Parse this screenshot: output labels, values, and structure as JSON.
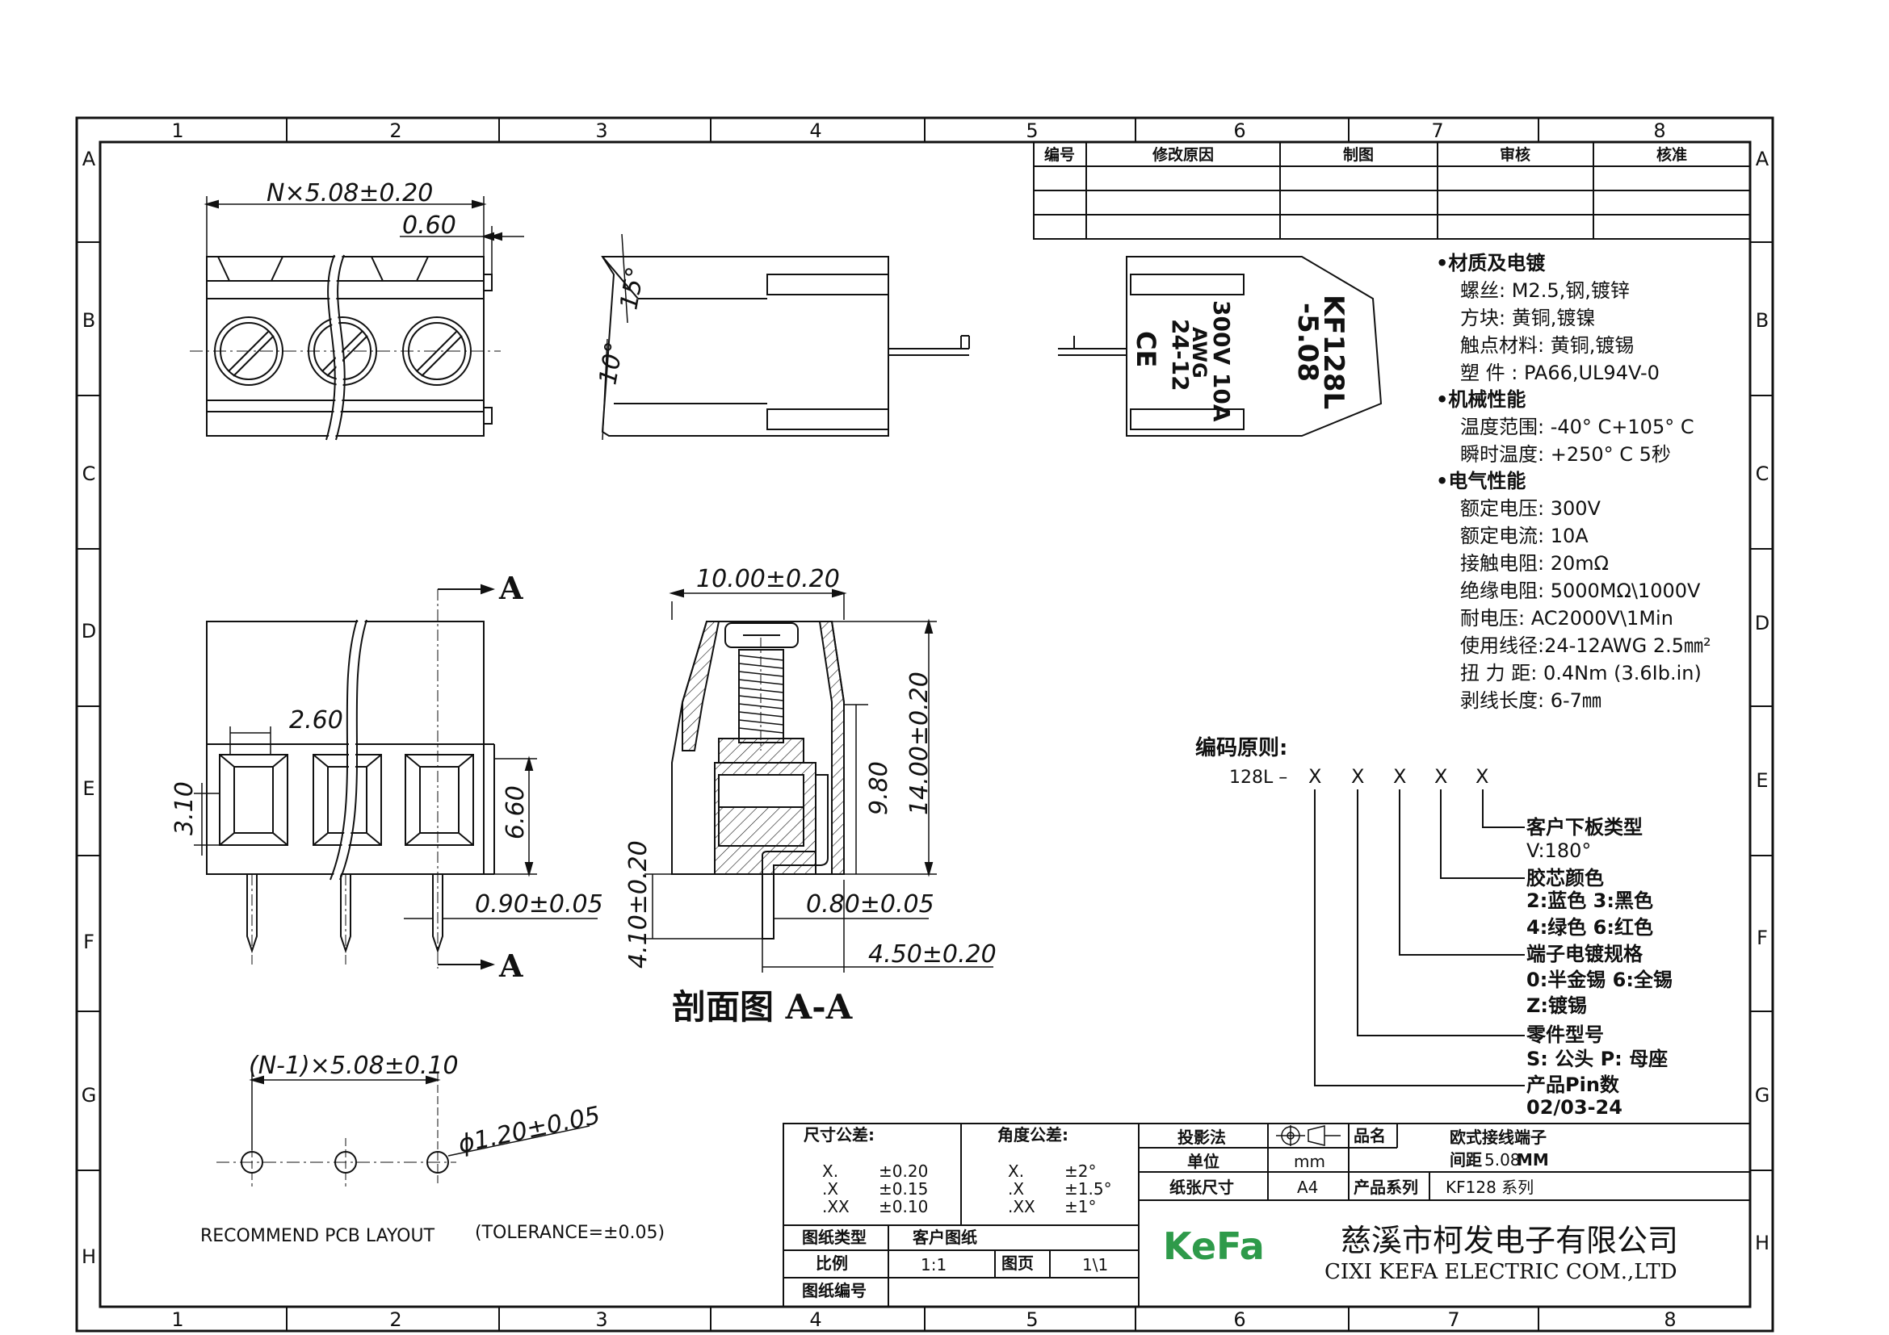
{
  "border": {
    "cols": [
      "1",
      "2",
      "3",
      "4",
      "5",
      "6",
      "7",
      "8"
    ],
    "rows": [
      "A",
      "B",
      "C",
      "D",
      "E",
      "F",
      "G",
      "H"
    ]
  },
  "revision_table": {
    "headers": [
      "编号",
      "修改原因",
      "制图",
      "审核",
      "核准"
    ]
  },
  "dimensions": {
    "top_pitch": "N×5.08±0.20",
    "top_060": "0.60",
    "angle_15": "15°",
    "angle_10": "10°",
    "d_260": "2.60",
    "d_310": "3.10",
    "d_660": "6.60",
    "d_090": "0.90±0.05",
    "section_width": "10.00±0.20",
    "d_1400": "14.00±0.20",
    "d_980": "9.80",
    "d_410": "4.10±0.20",
    "d_080": "0.80±0.05",
    "d_450": "4.50±0.20",
    "pcb_pitch": "(N-1)×5.08±0.10",
    "pcb_hole": "ϕ1.20±0.05",
    "section_marker": "A"
  },
  "marking": {
    "model": "KF128L",
    "pitch": "-5.08",
    "rating": "300V 10A",
    "awg": "AWG",
    "awg_range": "24-12",
    "ce": "CE"
  },
  "section_title": "剖面图 A-A",
  "pcb_layout": {
    "label": "RECOMMEND PCB LAYOUT",
    "tolerance": "(TOLERANCE=±0.05)"
  },
  "specs": {
    "material_heading": "•材质及电镀",
    "material": [
      "螺丝: M2.5,钢,镀锌",
      "方块: 黄铜,镀镍",
      "触点材料: 黄铜,镀锡",
      "塑 件 : PA66,UL94V-0"
    ],
    "mechanical_heading": "•机械性能",
    "mechanical": [
      "温度范围: -40° C+105° C",
      "瞬时温度: +250° C 5秒"
    ],
    "electrical_heading": "•电气性能",
    "electrical": [
      "额定电压: 300V",
      "额定电流: 10A",
      "接触电阻: 20mΩ",
      "绝缘电阻: 5000MΩ\\1000V",
      "耐电压: AC2000V\\1Min",
      "使用线径:24-12AWG 2.5㎜²",
      "扭 力 距: 0.4Nm (3.6Ib.in)",
      "剥线长度: 6-7㎜"
    ]
  },
  "coding": {
    "title": "编码原则:",
    "prefix": "128L –",
    "slot": "X",
    "labels": [
      {
        "title": "客户下板类型",
        "lines": [
          "V:180°"
        ]
      },
      {
        "title": "胶芯颜色",
        "lines": [
          "2:蓝色 3:黑色",
          "4:绿色 6:红色"
        ]
      },
      {
        "title": "端子电镀规格",
        "lines": [
          "0:半金锡  6:全锡",
          "Z:镀锡"
        ]
      },
      {
        "title": "零件型号",
        "lines": [
          " S: 公头  P: 母座"
        ]
      },
      {
        "title": "产品Pin数",
        "lines": [
          " 02/03-24"
        ]
      }
    ]
  },
  "title_block": {
    "size_tol_label": "尺寸公差:",
    "size_tol": [
      [
        "X.",
        "±0.20"
      ],
      [
        ".X",
        "±0.15"
      ],
      [
        ".XX",
        "±0.10"
      ]
    ],
    "angle_tol_label": "角度公差:",
    "angle_tol": [
      [
        "X.",
        "±2°"
      ],
      [
        ".X",
        "±1.5°"
      ],
      [
        ".XX",
        "±1°"
      ]
    ],
    "projection_label": "投影法",
    "unit_label": "单位",
    "unit": "mm",
    "paper_label": "纸张尺寸",
    "paper": "A4",
    "name_label": "品名",
    "name_line1": "欧式接线端子",
    "name_line2_a": "间距",
    "name_line2_b": "5.08",
    "name_line2_c": "MM",
    "series_label": "产品系列",
    "series": "KF128  系列",
    "drawing_type_label": "图纸类型",
    "drawing_type": "客户图纸",
    "scale_label": "比例",
    "scale": "1:1",
    "page_label": "图页",
    "page": "1\\1",
    "drawing_no_label": "图纸编号",
    "logo": "KeFa",
    "company_cn": "慈溪市柯发电子有限公司",
    "company_en": "CIXI KEFA ELECTRIC COM.,LTD"
  }
}
